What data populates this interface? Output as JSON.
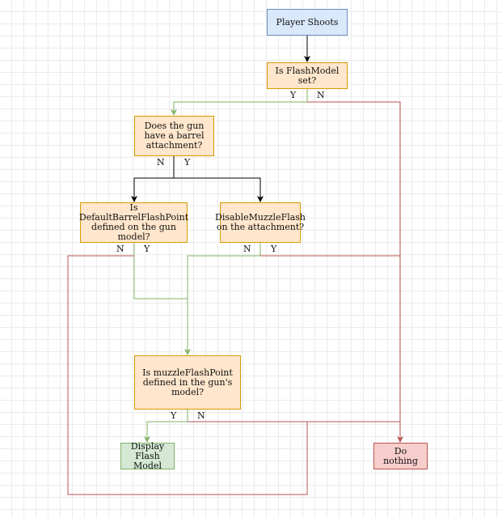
{
  "nodes": {
    "player_shoots": "Player Shoots",
    "flashmodel_set": "Is FlashModel set?",
    "barrel_attachment": "Does the gun have a barrel attachment?",
    "default_barrel_flashpoint": "Is DefaultBarrelFlashPoint defined on the gun model?",
    "disable_muzzle_flash": "DisableMuzzleFlash on the attachment?",
    "muzzle_flashpoint": "Is muzzleFlashPoint defined in the gun's model?",
    "display_flash_model": "Display Flash Model",
    "do_nothing": "Do nothing"
  },
  "edge_labels": {
    "flashmodel_yes": "Y",
    "flashmodel_no": "N",
    "barrel_no": "N",
    "barrel_yes": "Y",
    "default_no": "N",
    "default_yes": "Y",
    "disable_no": "N",
    "disable_yes": "Y",
    "muzzle_yes": "Y",
    "muzzle_no": "N"
  },
  "colors": {
    "black_edge": "#000000",
    "green_edge": "#82b366",
    "red_edge": "#b85450"
  }
}
